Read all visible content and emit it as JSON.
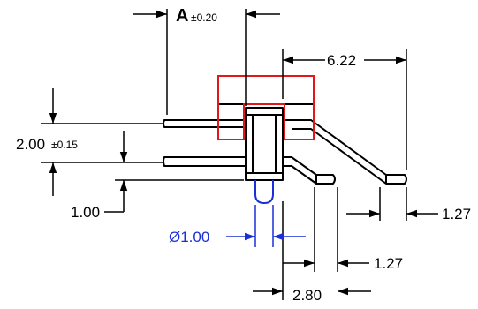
{
  "dimensions": {
    "a_label": "A",
    "a_tol": "±0.20",
    "width_top": "6.22",
    "height_main": "2.00",
    "height_tol": "±0.15",
    "offset_bottom": "1.00",
    "pin_diameter": "Ø1.00",
    "pitch_right": "1.27",
    "pitch_mid": "1.27",
    "span_bottom": "2.80"
  },
  "colors": {
    "line": "#000000",
    "housing_outline": "#e01818",
    "pin_diameter": "#1a2fd6",
    "background": "#ffffff"
  }
}
